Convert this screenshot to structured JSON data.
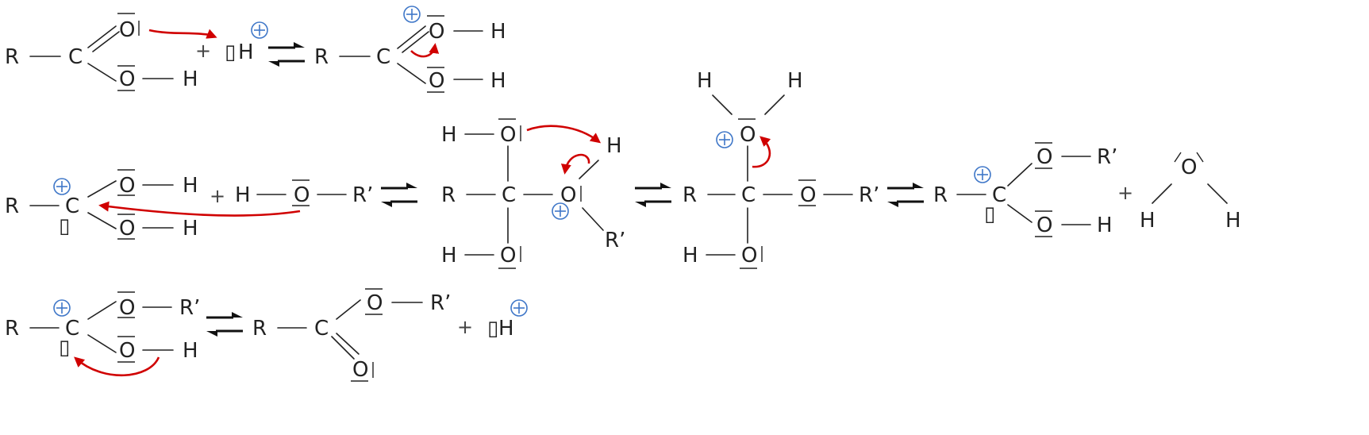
{
  "atoms": {
    "R": "R",
    "C": "C",
    "O": "O",
    "H": "H",
    "Rp": "R’",
    "plus": "+",
    "box": "▯"
  },
  "colors": {
    "text": "#222222",
    "arrow_curly": "#d00000",
    "charge": "#3f77c8",
    "equilibrium": "#111111"
  },
  "symbols": {
    "positive_charge": "circled-plus",
    "reaction_arrows": "equilibrium-harpoons"
  }
}
